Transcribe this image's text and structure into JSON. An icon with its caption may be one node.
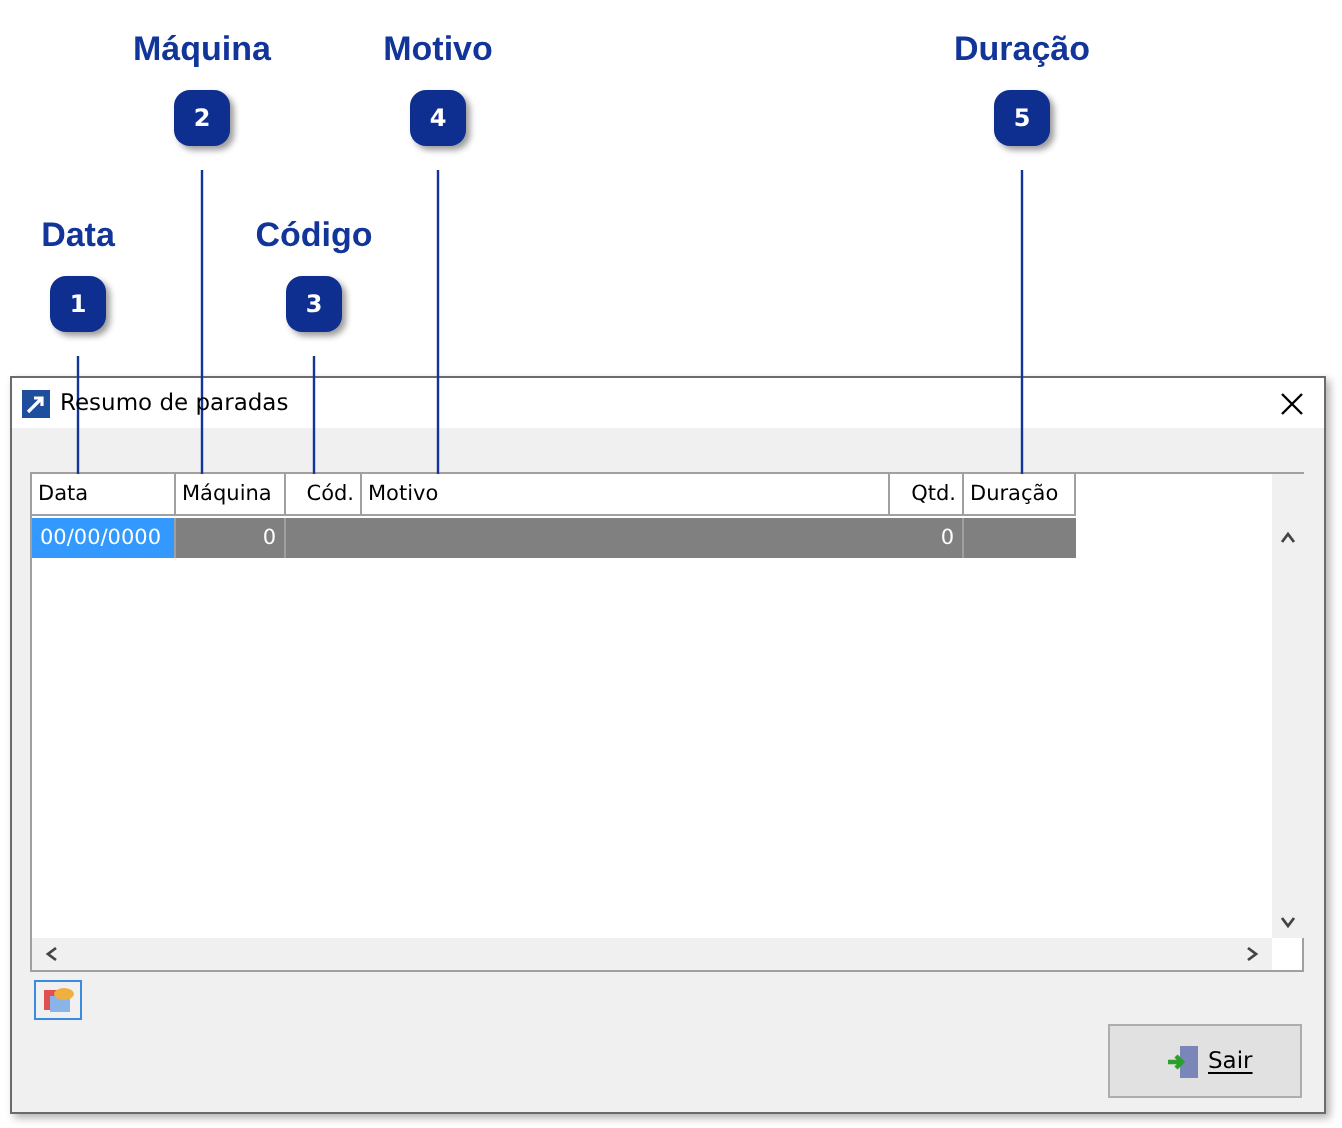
{
  "diagram": {
    "nodes": [
      {
        "text": [
          "Data",
          "1"
        ]
      },
      {
        "text": [
          "Máquina",
          "2"
        ]
      },
      {
        "text": [
          "Código",
          "3"
        ]
      },
      {
        "text": [
          "Motivo",
          "4"
        ]
      },
      {
        "text": [
          "Duração",
          "5"
        ]
      },
      {
        "text": [
          "Resumo de paradas"
        ]
      },
      {
        "text": [
          "Data"
        ],
        "in": 5
      },
      {
        "text": [
          "Máquina"
        ],
        "in": 5
      },
      {
        "text": [
          "Cód."
        ],
        "in": 5
      },
      {
        "text": [
          "Motivo"
        ],
        "in": 5
      },
      {
        "text": [
          "Qtd."
        ],
        "in": 5
      },
      {
        "text": [
          "Duração"
        ],
        "in": 5
      },
      {
        "text": [
          "Sair"
        ],
        "in": 5
      }
    ],
    "edges": [
      {
        "from": 0,
        "to": 6,
        "arrow": "none"
      },
      {
        "from": 1,
        "to": 7,
        "arrow": "none"
      },
      {
        "from": 2,
        "to": 8,
        "arrow": "none"
      },
      {
        "from": 3,
        "to": 9,
        "arrow": "none"
      },
      {
        "from": 4,
        "to": 11,
        "arrow": "none"
      }
    ],
    "labels": [
      "00/00/0000",
      "0",
      "0"
    ]
  }
}
